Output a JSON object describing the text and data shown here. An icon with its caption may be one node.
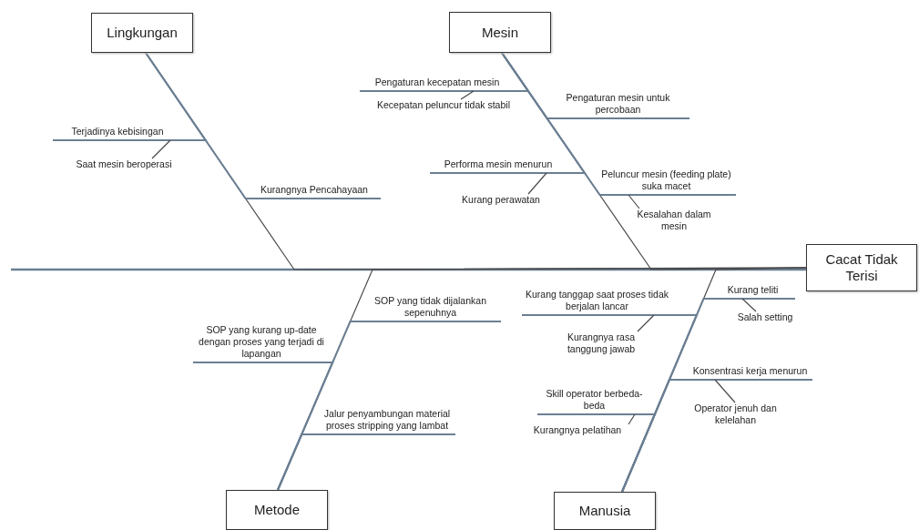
{
  "diagram": {
    "nodes": [
      {
        "text": [
          "Lingkungan"
        ]
      },
      {
        "text": [
          "Terjadinya kebisingan"
        ]
      },
      {
        "text": [
          "Saat mesin beroperasi"
        ]
      },
      {
        "text": [
          "Kurangnya Pencahayaan"
        ]
      },
      {
        "text": [
          "Mesin"
        ]
      },
      {
        "text": [
          "Pengaturan kecepatan mesin"
        ]
      },
      {
        "text": [
          "Kecepatan peluncur tidak stabil"
        ]
      },
      {
        "text": [
          "Pengaturan mesin untuk percobaan"
        ]
      },
      {
        "text": [
          "Performa mesin menurun"
        ]
      },
      {
        "text": [
          "Kurang perawatan"
        ]
      },
      {
        "text": [
          "Peluncur mesin (feeding plate) suka macet"
        ]
      },
      {
        "text": [
          "Kesalahan dalam mesin"
        ]
      },
      {
        "text": [
          "Cacat Tidak Terisi"
        ]
      },
      {
        "text": [
          "SOP yang tidak dijalankan sepenuhnya"
        ]
      },
      {
        "text": [
          "SOP yang kurang up-date dengan proses yang terjadi di lapangan"
        ]
      },
      {
        "text": [
          "Jalur penyambungan material proses stripping yang lambat"
        ]
      },
      {
        "text": [
          "Metode"
        ]
      },
      {
        "text": [
          "Kurang tanggap saat proses tidak berjalan lancar"
        ]
      },
      {
        "text": [
          "Kurangnya rasa tanggung jawab"
        ]
      },
      {
        "text": [
          "Kurang teliti"
        ]
      },
      {
        "text": [
          "Salah setting"
        ]
      },
      {
        "text": [
          "Konsentrasi kerja menurun"
        ]
      },
      {
        "text": [
          "Operator jenuh dan kelelahan"
        ]
      },
      {
        "text": [
          "Skill operator berbeda-beda"
        ]
      },
      {
        "text": [
          "Kurangnya pelatihan"
        ]
      },
      {
        "text": [
          "Manusia"
        ]
      }
    ],
    "edges": [
      {
        "from": 0,
        "to": 12,
        "arrow": "none"
      },
      {
        "from": 1,
        "to": 0,
        "arrow": "none"
      },
      {
        "from": 2,
        "to": 1,
        "arrow": "none"
      },
      {
        "from": 3,
        "to": 0,
        "arrow": "none"
      },
      {
        "from": 4,
        "to": 12,
        "arrow": "none"
      },
      {
        "from": 5,
        "to": 4,
        "arrow": "none"
      },
      {
        "from": 6,
        "to": 5,
        "arrow": "none"
      },
      {
        "from": 7,
        "to": 4,
        "arrow": "none"
      },
      {
        "from": 8,
        "to": 4,
        "arrow": "none"
      },
      {
        "from": 9,
        "to": 8,
        "arrow": "none"
      },
      {
        "from": 10,
        "to": 4,
        "arrow": "none"
      },
      {
        "from": 11,
        "to": 10,
        "arrow": "none"
      },
      {
        "from": 16,
        "to": 12,
        "arrow": "none"
      },
      {
        "from": 13,
        "to": 16,
        "arrow": "none"
      },
      {
        "from": 14,
        "to": 16,
        "arrow": "none"
      },
      {
        "from": 15,
        "to": 16,
        "arrow": "none"
      },
      {
        "from": 25,
        "to": 12,
        "arrow": "none"
      },
      {
        "from": 17,
        "to": 25,
        "arrow": "none"
      },
      {
        "from": 18,
        "to": 17,
        "arrow": "none"
      },
      {
        "from": 19,
        "to": 25,
        "arrow": "none"
      },
      {
        "from": 20,
        "to": 19,
        "arrow": "none"
      },
      {
        "from": 21,
        "to": 25,
        "arrow": "none"
      },
      {
        "from": 22,
        "to": 21,
        "arrow": "none"
      },
      {
        "from": 23,
        "to": 25,
        "arrow": "none"
      },
      {
        "from": 24,
        "to": 23,
        "arrow": "none"
      }
    ]
  }
}
